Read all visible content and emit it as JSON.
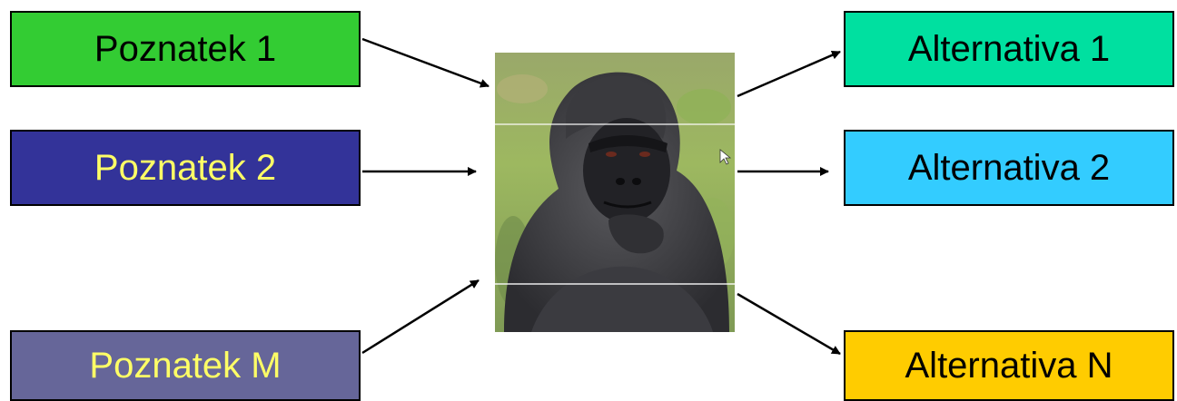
{
  "inputs": [
    {
      "label": "Poznatek 1",
      "bg": "#33cc33",
      "fg": "#000000"
    },
    {
      "label": "Poznatek 2",
      "bg": "#333399",
      "fg": "#ffff66"
    },
    {
      "label": "Poznatek M",
      "bg": "#666699",
      "fg": "#ffff66"
    }
  ],
  "outputs": [
    {
      "label": "Alternativa 1",
      "bg": "#00e0a0",
      "fg": "#000000"
    },
    {
      "label": "Alternativa 2",
      "bg": "#33ccff",
      "fg": "#000000"
    },
    {
      "label": "Alternativa N",
      "bg": "#ffcc00",
      "fg": "#000000"
    }
  ],
  "center_image": {
    "subject": "gorilla-photo"
  }
}
